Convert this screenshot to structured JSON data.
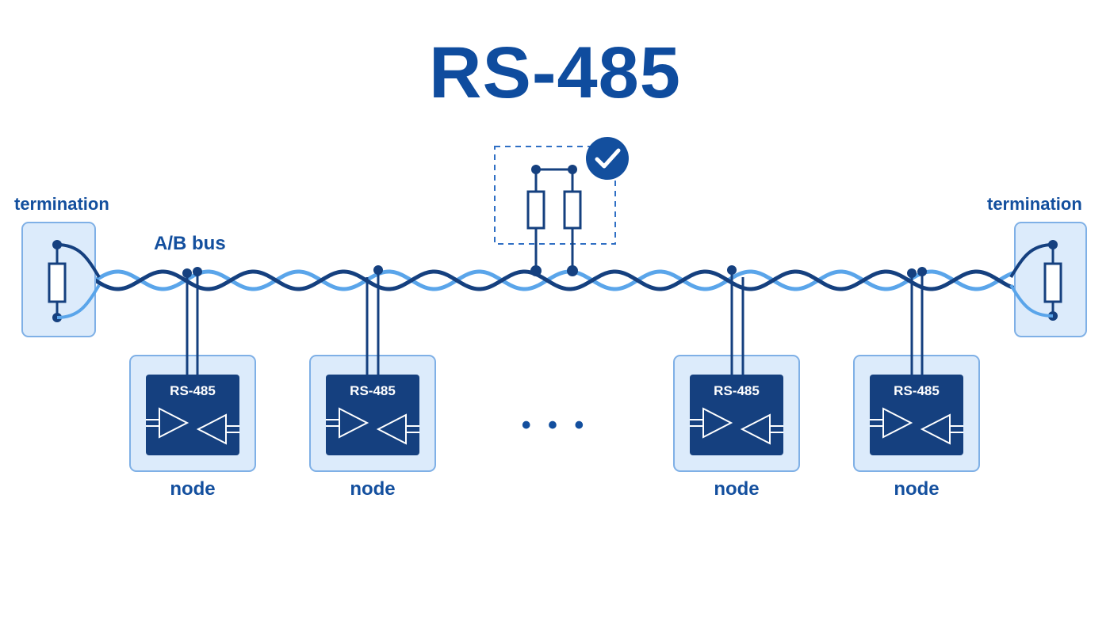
{
  "title": "RS-485",
  "labels": {
    "termination_left": "termination",
    "termination_right": "termination",
    "bus": "A/B bus"
  },
  "nodes": [
    {
      "chip_label": "RS-485",
      "caption": "node"
    },
    {
      "chip_label": "RS-485",
      "caption": "node"
    },
    {
      "chip_label": "RS-485",
      "caption": "node"
    },
    {
      "chip_label": "RS-485",
      "caption": "node"
    }
  ],
  "ellipsis": "• • •",
  "colors": {
    "dark_blue": "#0f4c9e",
    "navy": "#15407f",
    "light_blue": "#5aa5ea",
    "panel_fill": "#dcebfb",
    "panel_stroke": "#7fb0e6"
  },
  "icons": {
    "check": "check-circle-icon",
    "resistor": "resistor-icon",
    "driver": "driver-triangle-icon",
    "receiver": "receiver-triangle-icon"
  }
}
